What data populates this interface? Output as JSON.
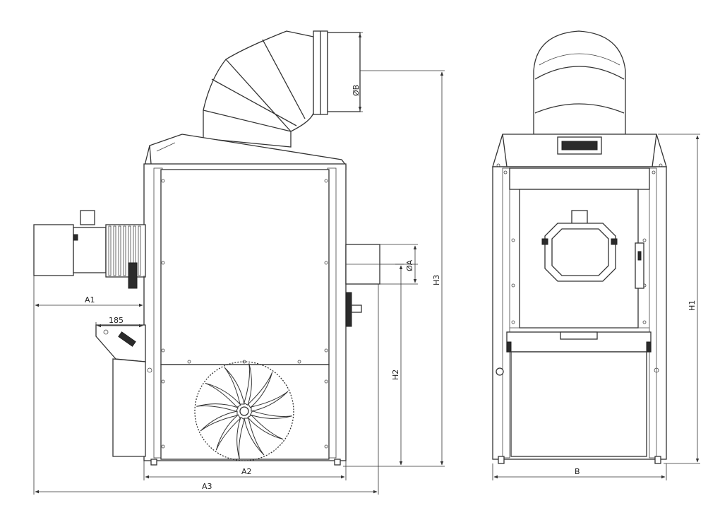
{
  "labels": {
    "a1": "A1",
    "a2": "A2",
    "a3": "A3",
    "b": "B",
    "h1": "H1",
    "h2": "H2",
    "h3": "H3",
    "dia_a": "ØA",
    "dia_b": "ØB",
    "offset_185": "185"
  }
}
